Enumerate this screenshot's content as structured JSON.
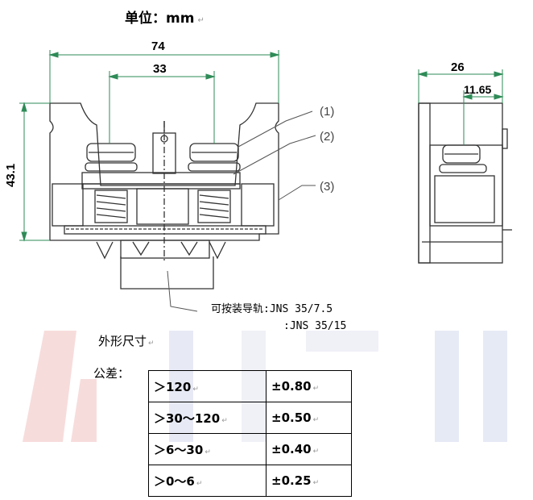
{
  "unit_label": "单位：mm",
  "return_mark": "↵",
  "dimensions": {
    "width_total": "74",
    "screw_spacing": "33",
    "height": "43.1",
    "side_width": "26",
    "side_offset": "11.65"
  },
  "callouts": [
    "(1)",
    "(2)",
    "(3)"
  ],
  "rail_note": {
    "line1": "可按装导轨:JNS  35/7.5",
    "line2": ":JNS 35/15"
  },
  "outline_label": "外形尺寸",
  "tolerance_label": "公差：",
  "tolerance_rows": [
    {
      "range": "＞120",
      "value": "±0.80"
    },
    {
      "range": "＞30～120",
      "value": "±0.50"
    },
    {
      "range": "＞6～30",
      "value": "±0.40"
    },
    {
      "range": "＞0～6",
      "value": "±0.25"
    }
  ],
  "watermark": "ANLIN",
  "colors": {
    "line": "#333333",
    "dimension": "#2e8b57",
    "watermark": "#f7d9d9",
    "watermark_blue": "#e4e8f4"
  }
}
